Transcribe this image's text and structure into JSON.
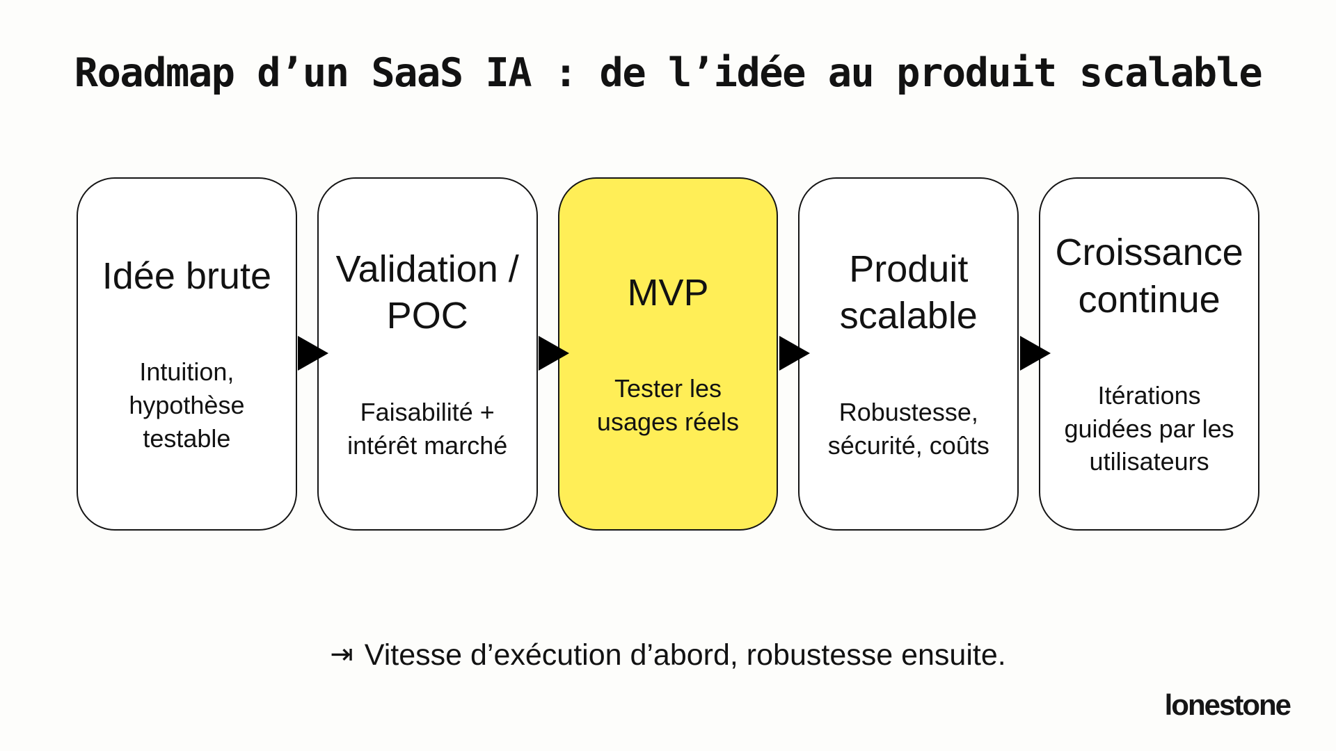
{
  "title": "Roadmap d’un SaaS IA : de l’idée au produit scalable",
  "colors": {
    "background": "#FDFDFB",
    "box_fill": "#FFFFFF",
    "box_border": "#151515",
    "highlight_fill": "#FFEE57",
    "arrow": "#000000",
    "text": "#121212"
  },
  "stages": [
    {
      "heading": "Idée brute",
      "body": "Intuition,\nhypothèse\ntestable",
      "highlighted": false
    },
    {
      "heading": "Validation /\nPOC",
      "body": "Faisabilité +\nintérêt marché",
      "highlighted": false
    },
    {
      "heading": "MVP",
      "body": "Tester les\nusages réels",
      "highlighted": true
    },
    {
      "heading": "Produit\nscalable",
      "body": "Robustesse,\nsécurité, coûts",
      "highlighted": false
    },
    {
      "heading": "Croissance\ncontinue",
      "body": "Itérations\nguidées par les\nutilisateurs",
      "highlighted": false
    }
  ],
  "footnote": {
    "icon": "⇥",
    "text": "Vitesse d’exécution d’abord, robustesse ensuite."
  },
  "logo": {
    "text": "lonestone"
  }
}
